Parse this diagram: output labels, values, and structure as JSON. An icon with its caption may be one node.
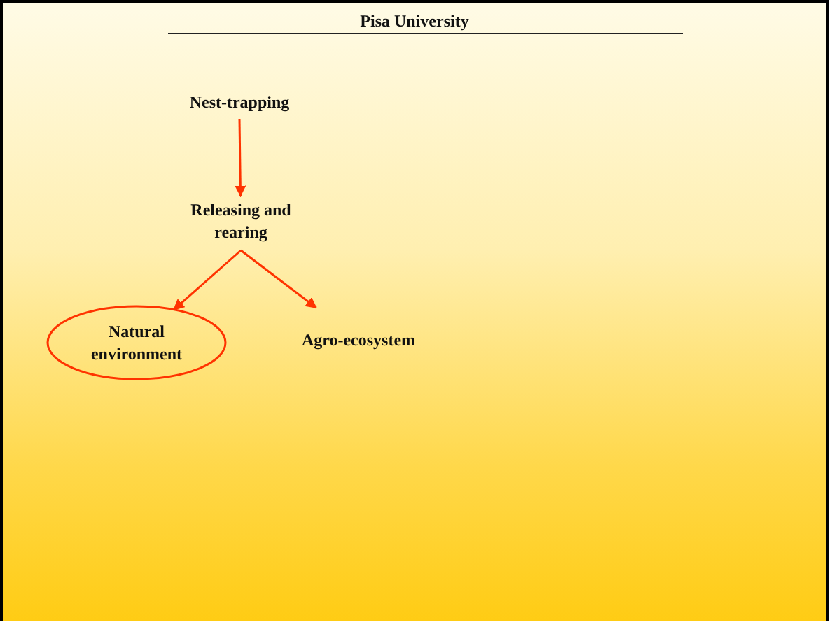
{
  "diagram": {
    "title": "Pisa University",
    "nodes": [
      {
        "text": [
          "Nest-trapping"
        ]
      },
      {
        "text": [
          "Releasing and rearing"
        ]
      },
      {
        "text": [
          "Natural environment"
        ]
      },
      {
        "text": [
          "Agro-ecosystem"
        ]
      }
    ],
    "edges": [
      {
        "from": 0,
        "to": 1,
        "arrow": "to"
      },
      {
        "from": 1,
        "to": 2,
        "arrow": "to"
      },
      {
        "from": 1,
        "to": 3,
        "arrow": "to"
      }
    ]
  }
}
